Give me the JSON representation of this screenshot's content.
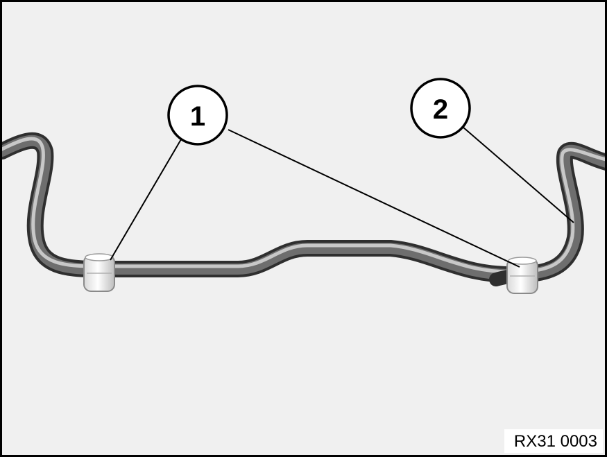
{
  "diagram": {
    "callouts": [
      {
        "id": "1",
        "label": "1"
      },
      {
        "id": "2",
        "label": "2"
      }
    ],
    "figure_code": "RX31 0003",
    "colors": {
      "background": "#f0f0f0",
      "bar_dark": "#3a3a3a",
      "bar_light": "#c9c9c9",
      "bushing": "#ececec",
      "border": "#000000"
    }
  }
}
